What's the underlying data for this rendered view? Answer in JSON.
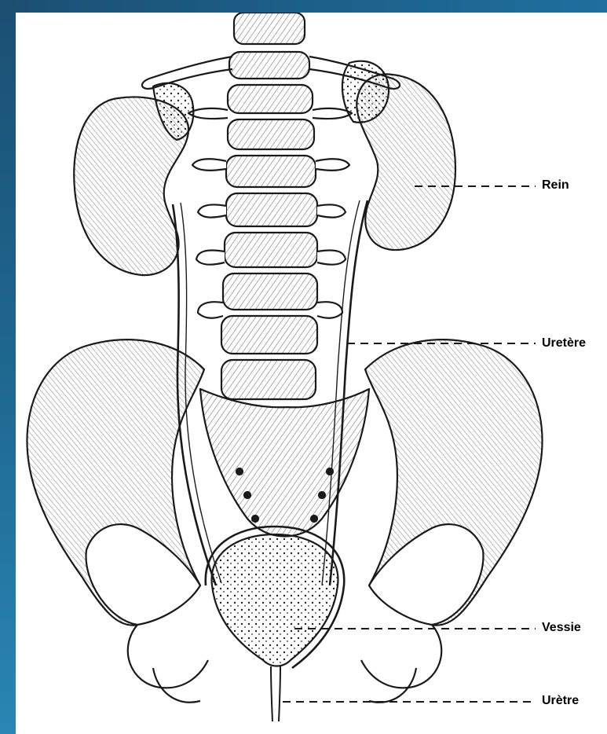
{
  "labels": {
    "rein": "Rein",
    "uretere": "Uretère",
    "vessie": "Vessie",
    "uretre": "Urètre"
  },
  "colors": {
    "ink": "#1a1a1a",
    "frame": "#1f6a93"
  }
}
